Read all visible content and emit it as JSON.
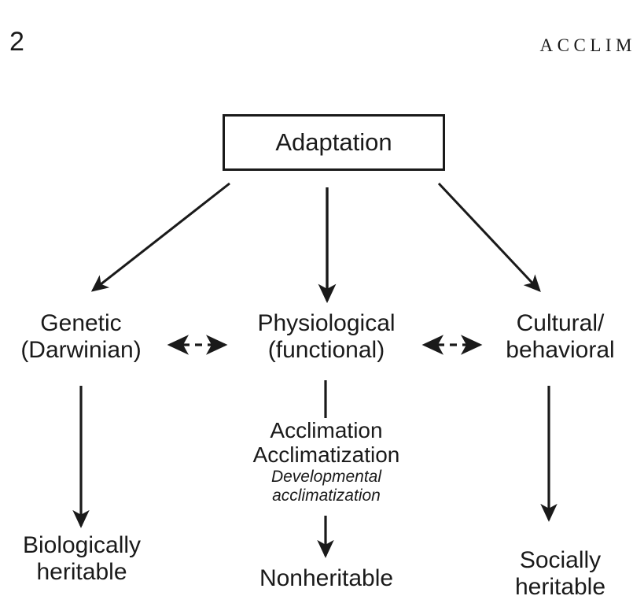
{
  "page": {
    "folio": "2",
    "running_head": "ACCLIM",
    "background_color": "#ffffff",
    "ink_color": "#1a1a1a"
  },
  "diagram": {
    "type": "flowchart",
    "title": "Adaptation categories flowchart",
    "nodes": {
      "adaptation": {
        "label": "Adaptation",
        "boxed": true
      },
      "genetic": {
        "line1": "Genetic",
        "line2": "(Darwinian)"
      },
      "physiological": {
        "line1": "Physiological",
        "line2": "(functional)"
      },
      "cultural": {
        "line1": "Cultural/",
        "line2": "behavioral"
      },
      "acclimation": {
        "line1": "Acclimation",
        "line2": "Acclimatization",
        "italic1": "Developmental",
        "italic2": "acclimatization"
      },
      "biologically_heritable": {
        "line1": "Biologically",
        "line2": "heritable"
      },
      "nonheritable": {
        "line1": "Nonheritable"
      },
      "socially_heritable": {
        "line1": "Socially",
        "line2": "heritable"
      }
    },
    "edges": [
      {
        "from": "adaptation",
        "to": "genetic",
        "style": "solid",
        "heads": "single"
      },
      {
        "from": "adaptation",
        "to": "physiological",
        "style": "solid",
        "heads": "single"
      },
      {
        "from": "adaptation",
        "to": "cultural",
        "style": "solid",
        "heads": "single"
      },
      {
        "from": "genetic",
        "to": "physiological",
        "style": "dashed",
        "heads": "double"
      },
      {
        "from": "physiological",
        "to": "cultural",
        "style": "dashed",
        "heads": "double"
      },
      {
        "from": "genetic",
        "to": "biologically_heritable",
        "style": "solid",
        "heads": "single"
      },
      {
        "from": "physiological",
        "to": "acclimation",
        "style": "solid",
        "heads": "none"
      },
      {
        "from": "acclimation",
        "to": "nonheritable",
        "style": "solid",
        "heads": "single"
      },
      {
        "from": "cultural",
        "to": "socially_heritable",
        "style": "solid",
        "heads": "single"
      }
    ]
  }
}
